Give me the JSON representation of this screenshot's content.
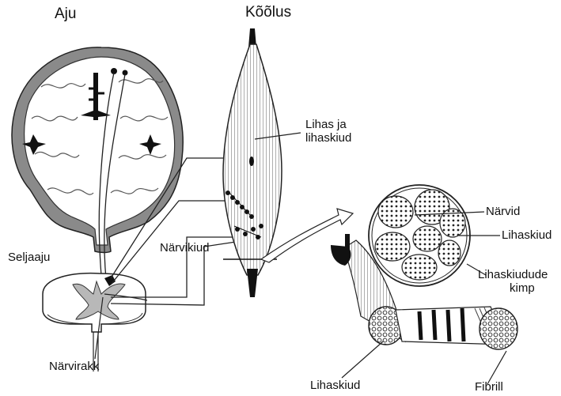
{
  "labels": {
    "aju": "Aju",
    "koolus": "Kõõlus",
    "lihas_ja_lihaskiud": [
      "Lihas ja",
      "lihaskiud"
    ],
    "seljaaju": "Seljaaju",
    "narvikiud": "Närvikiud",
    "narvirakk": "Närvirakk",
    "narvid": "Närvid",
    "lihaskiud_right": "Lihaskiud",
    "lihaskiudude_kimp": [
      "Lihaskiudude",
      "kimp"
    ],
    "lihaskiud_bottom": "Lihaskiud",
    "fibrill": "Fibrill"
  },
  "colors": {
    "ink": "#111111",
    "brain_cortex": "#8a8a8a",
    "gray_matter": "#b8b8b8",
    "paper": "#ffffff"
  }
}
